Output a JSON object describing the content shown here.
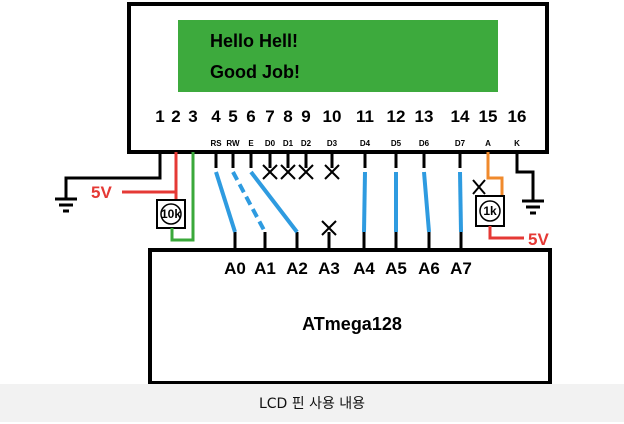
{
  "lcd": {
    "line1": "Hello Hell!",
    "line2": "Good Job!",
    "backlight_color": "#3daa3d",
    "pins": [
      {
        "num": "1",
        "signal": "",
        "to": "gnd"
      },
      {
        "num": "2",
        "signal": "",
        "to": "5v"
      },
      {
        "num": "3",
        "signal": "",
        "to": "pot"
      },
      {
        "num": "4",
        "signal": "RS",
        "to": "A0"
      },
      {
        "num": "5",
        "signal": "RW",
        "to": "A1"
      },
      {
        "num": "6",
        "signal": "E",
        "to": "A2"
      },
      {
        "num": "7",
        "signal": "D0",
        "to": "nc"
      },
      {
        "num": "8",
        "signal": "D1",
        "to": "nc"
      },
      {
        "num": "9",
        "signal": "D2",
        "to": "nc"
      },
      {
        "num": "10",
        "signal": "D3",
        "to": "nc"
      },
      {
        "num": "11",
        "signal": "D4",
        "to": "A4"
      },
      {
        "num": "12",
        "signal": "D5",
        "to": "A5"
      },
      {
        "num": "13",
        "signal": "D6",
        "to": "A6"
      },
      {
        "num": "14",
        "signal": "D7",
        "to": "A7"
      },
      {
        "num": "15",
        "signal": "A",
        "to": "res"
      },
      {
        "num": "16",
        "signal": "K",
        "to": "gnd"
      }
    ]
  },
  "mcu": {
    "name": "ATmega128",
    "ports": [
      "A0",
      "A1",
      "A2",
      "A3",
      "A4",
      "A5",
      "A6",
      "A7"
    ],
    "unused_port": "A3"
  },
  "power": {
    "left_supply": "5V",
    "right_supply": "5V"
  },
  "resistors": {
    "contrast_pot": "10k",
    "backlight": "1k"
  },
  "caption": "LCD 핀 사용 내용",
  "colors": {
    "data_wire": "#2e9be0",
    "power_wire": "#e53935",
    "contrast_wire": "#3aa83a",
    "backlight_wire": "#f08a2c",
    "lcd_screen": "#3daa3d"
  }
}
